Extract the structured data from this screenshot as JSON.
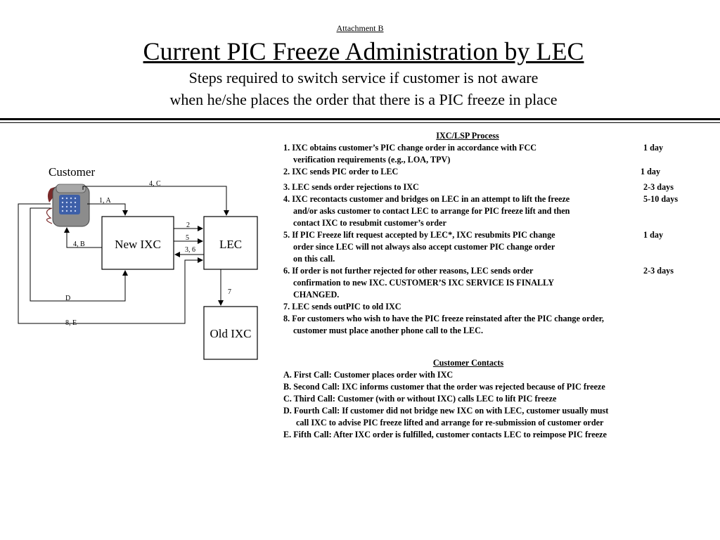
{
  "header": {
    "attachment": "Attachment B",
    "title": "Current PIC Freeze Administration by LEC",
    "subtitle_line1": "Steps required to switch service if  customer is not aware",
    "subtitle_line2": "when he/she places the order that there is a PIC freeze in place"
  },
  "diagram": {
    "customer_label": "Customer",
    "new_ixc_label": "New IXC",
    "lec_label": "LEC",
    "old_ixc_label": "Old IXC",
    "edge_labels": {
      "e_4c": "4, C",
      "e_1a": "1, A",
      "e_2": "2",
      "e_5": "5",
      "e_36": "3, 6",
      "e_4b": "4, B",
      "e_7": "7",
      "e_d": "D",
      "e_8e": "8, E"
    }
  },
  "process": {
    "heading": "IXC/LSP Process",
    "items": [
      {
        "text": "1. IXC obtains customer’s PIC change order in accordance with FCC",
        "duration": "1 day",
        "continuation": [
          "verification requirements (e.g., LOA, TPV)"
        ]
      },
      {
        "text": "2. IXC sends PIC order to LEC",
        "duration": "1 day",
        "continuation": []
      },
      {
        "text": "3. LEC sends order rejections to IXC",
        "duration": "2-3 days",
        "continuation": []
      },
      {
        "text": "4. IXC recontacts customer and bridges on LEC in an attempt to lift the freeze",
        "duration": "5-10 days",
        "continuation": [
          "and/or asks customer to contact LEC to arrange for PIC freeze lift and then",
          "contact IXC to resubmit customer’s order"
        ]
      },
      {
        "text": "5. If PIC Freeze lift request accepted by LEC*, IXC resubmits PIC change",
        "duration": "1 day",
        "continuation": [
          "order since LEC will not always also accept customer PIC change order",
          "on this call."
        ]
      },
      {
        "text": "6. If order is not further rejected for other reasons, LEC sends order",
        "duration": "2-3 days",
        "continuation": [
          "confirmation to new IXC.  CUSTOMER’S IXC SERVICE IS FINALLY",
          "CHANGED."
        ]
      },
      {
        "text": "7. LEC sends outPIC to old IXC",
        "duration": "",
        "continuation": []
      },
      {
        "text": "8. For customers who wish to have the PIC freeze reinstated after the PIC change order,",
        "duration": "",
        "continuation": [
          "customer must place another phone call to the LEC."
        ]
      }
    ]
  },
  "contacts": {
    "heading": "Customer Contacts",
    "items": [
      {
        "text": "A. First Call:  Customer places order with IXC",
        "continuation": []
      },
      {
        "text": "B. Second Call: IXC informs customer that the order was rejected because of PIC freeze",
        "continuation": []
      },
      {
        "text": "C. Third Call: Customer (with or without IXC) calls LEC to lift PIC freeze",
        "continuation": []
      },
      {
        "text": "D. Fourth Call: If customer did not bridge new IXC on with LEC, customer usually must",
        "continuation": [
          "call IXC to advise PIC freeze lifted and arrange for re-submission of customer order"
        ]
      },
      {
        "text": "E. Fifth Call: After IXC order is fulfilled, customer contacts LEC to reimpose PIC freeze",
        "continuation": []
      }
    ]
  },
  "colors": {
    "phone_body": "#8c8c8c",
    "phone_keypad": "#3d5fa8",
    "phone_cord": "#7a2a2a"
  }
}
